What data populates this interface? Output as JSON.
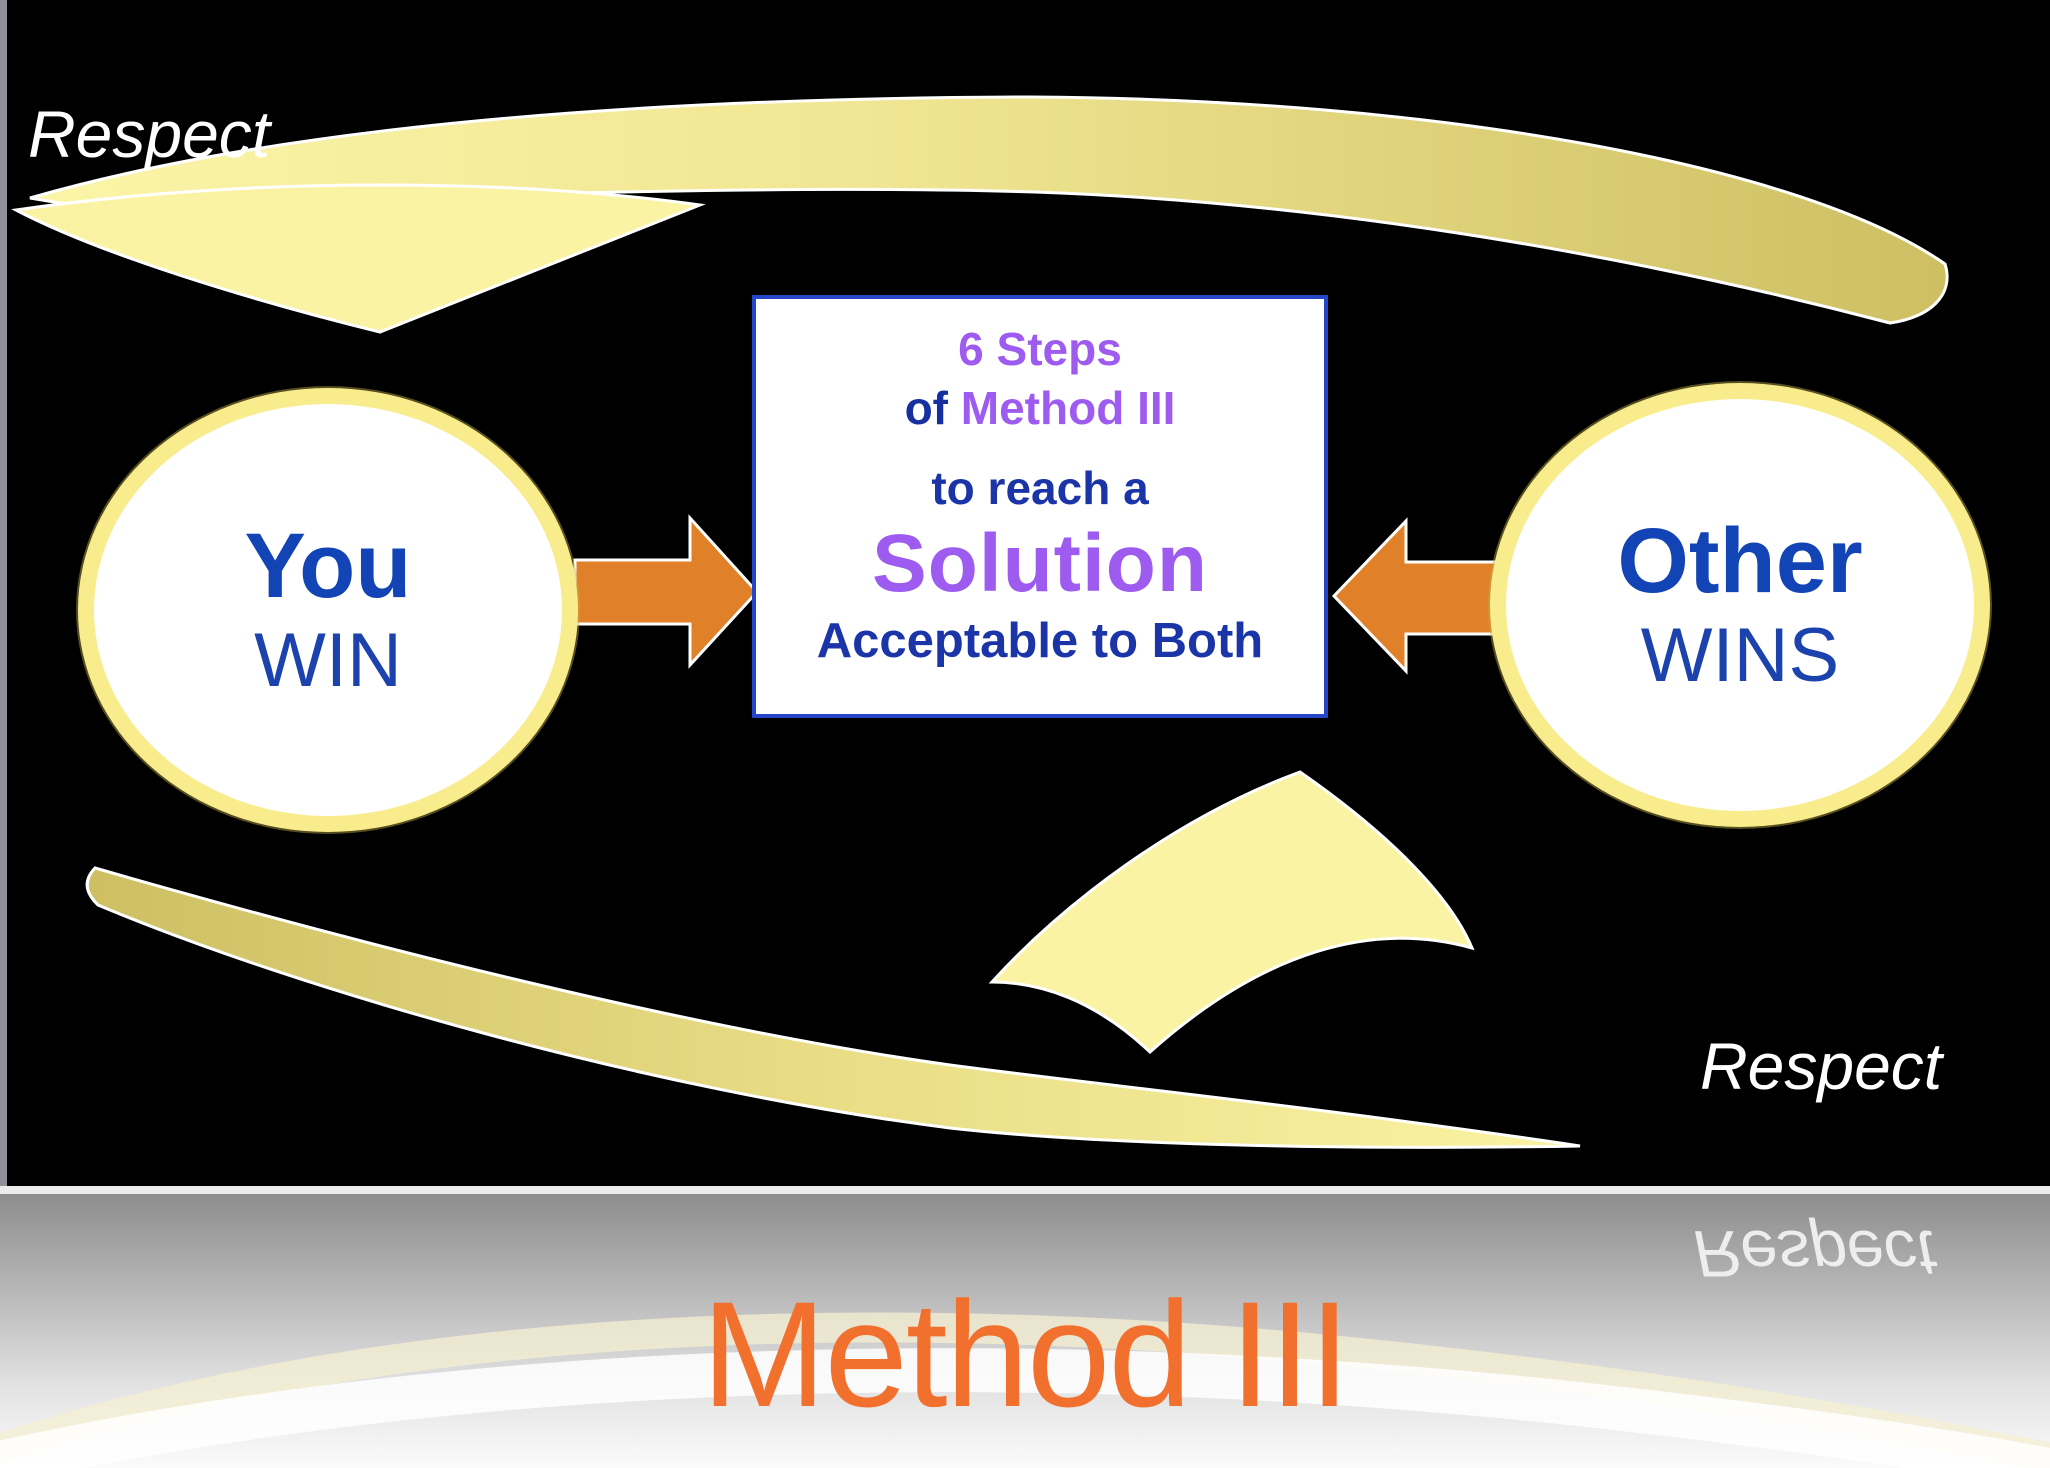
{
  "slide": {
    "respect_top": "Respect",
    "respect_bottom": "Respect",
    "left_circle": {
      "line1": "You",
      "line2": "WIN"
    },
    "right_circle": {
      "line1": "Other",
      "line2": "WINS"
    },
    "center_box": {
      "line1": "6 Steps",
      "line2_prefix": "of ",
      "line2_highlight": "Method III",
      "line3": "to reach a",
      "line4": "Solution",
      "line5": "Acceptable to Both"
    }
  },
  "reflection": {
    "title": "Method III",
    "mirrored_respect": "Respect"
  },
  "colors": {
    "slide_background": "#000000",
    "swoosh_light_yellow": "#faf3a3",
    "swoosh_dark_yellow": "#cdbf62",
    "circle_border_yellow": "#f8ec8d",
    "flow_arrow_orange": "#e0812a",
    "box_border_blue": "#2546c8",
    "navy_text": "#1b35a8",
    "purple_text": "#9e5bf0",
    "circle_text_blue": "#1244b5",
    "title_orange": "#f2702e",
    "respect_text": "#ffffff"
  }
}
